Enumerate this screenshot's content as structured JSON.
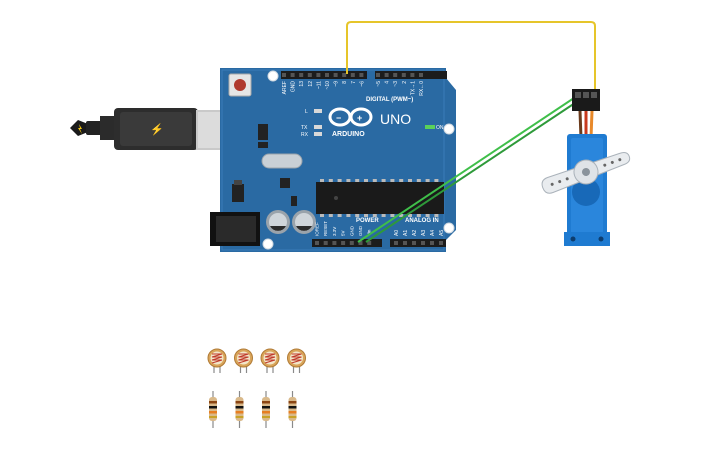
{
  "board": {
    "logo_text": "ARDUINO",
    "model": "UNO",
    "digital_label": "DIGITAL (PWM~)",
    "power_label": "POWER",
    "analog_label": "ANALOG IN",
    "on_label": "ON",
    "tx_label": "TX",
    "rx_label": "RX",
    "l_label": "L",
    "digital_pins": [
      "AREF",
      "GND",
      "13",
      "12",
      "~11",
      "~10",
      "~9",
      "8",
      "7",
      "~6",
      "~5",
      "4",
      "~3",
      "2",
      "TX→1",
      "RX←0"
    ],
    "power_pins": [
      "IOREF",
      "RESET",
      "3.3V",
      "5V",
      "GND",
      "GND",
      "Vin"
    ],
    "analog_pins": [
      "A0",
      "A1",
      "A2",
      "A3",
      "A4",
      "A5"
    ],
    "pcb_color": "#2a6aa3",
    "pcb_dark": "#1f5488"
  },
  "wires": {
    "signal_color": "#e6c52a",
    "ground_color": "#2e9a3a",
    "power_color": "#3fbf4a"
  },
  "servo": {
    "body_color": "#1f7bd1"
  },
  "photoresistors": {
    "count": 4
  },
  "resistors": {
    "count": 4
  }
}
